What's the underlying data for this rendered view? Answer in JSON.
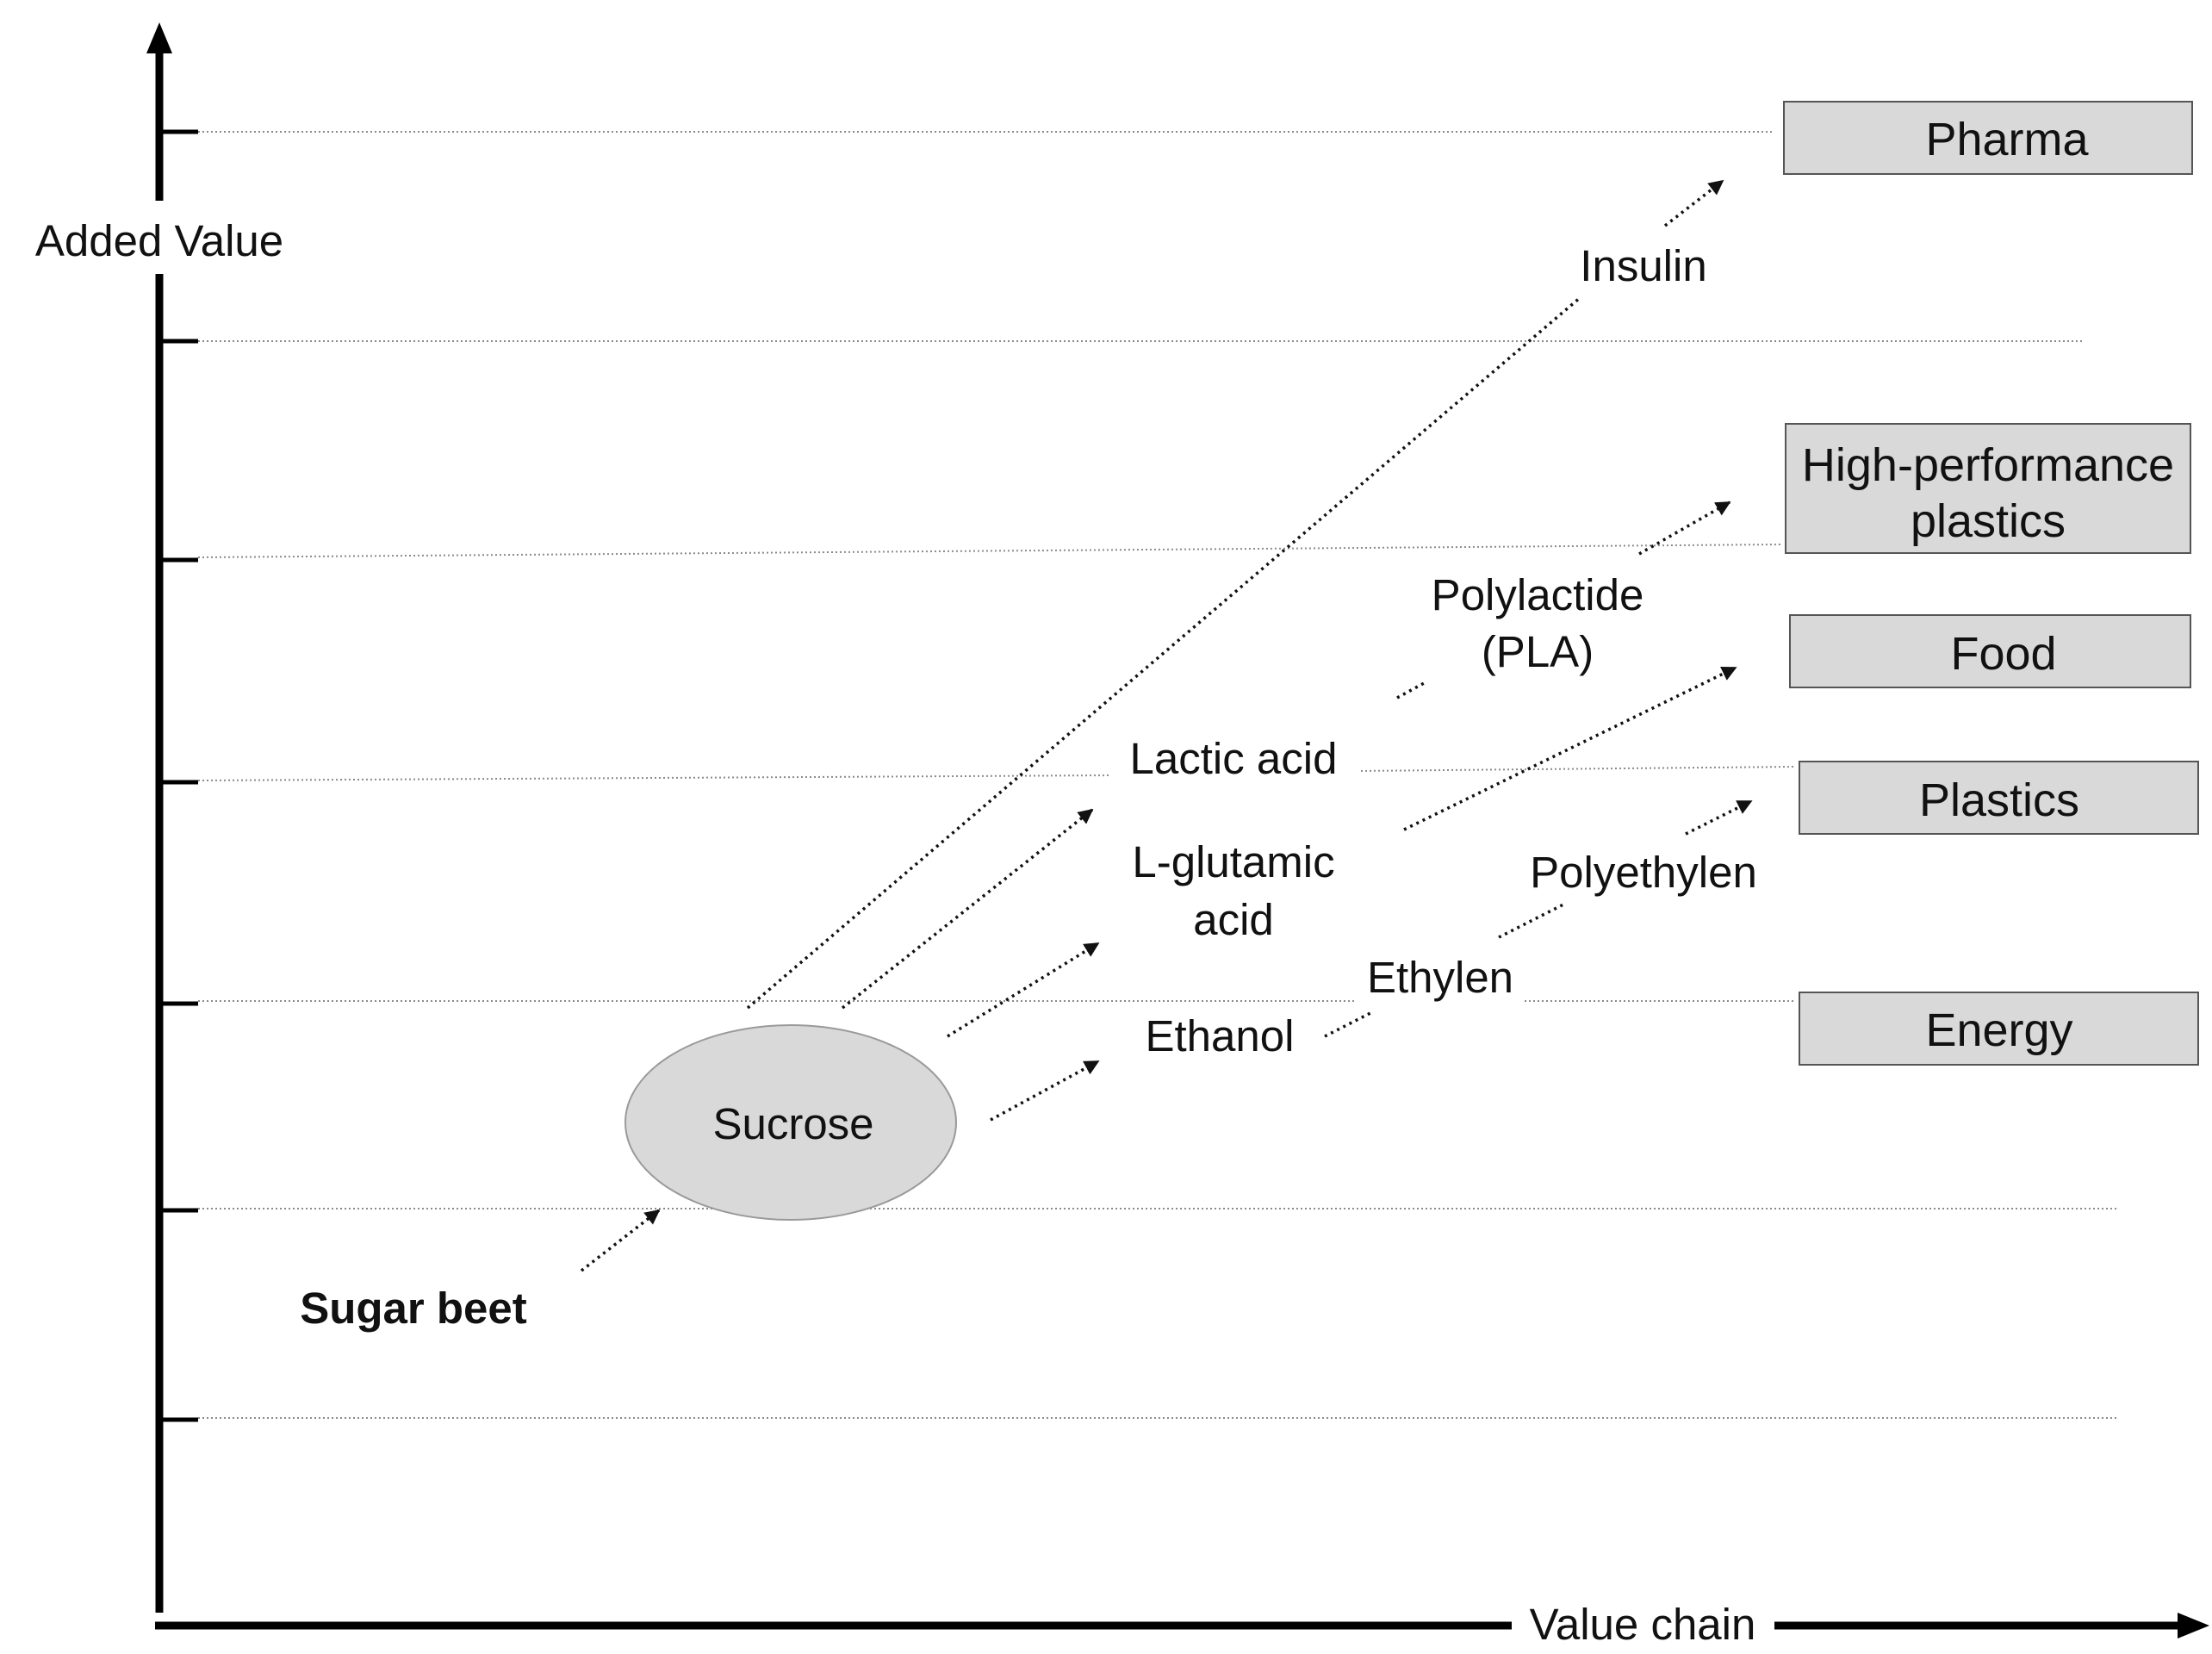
{
  "axes": {
    "y_label": "Added Value",
    "x_label": "Value chain"
  },
  "source": {
    "label": "Sugar beet"
  },
  "hub": {
    "label": "Sucrose"
  },
  "intermediates": {
    "insulin": "Insulin",
    "lactic_acid": "Lactic acid",
    "l_glutamic_line1": "L-glutamic",
    "l_glutamic_line2": "acid",
    "ethanol": "Ethanol",
    "ethylen": "Ethylen",
    "polyethylen": "Polyethylen",
    "pla_line1": "Polylactide",
    "pla_line2": "(PLA)"
  },
  "end_products": {
    "pharma": "Pharma",
    "hpp_line1": "High-performance",
    "hpp_line2": "plastics",
    "food": "Food",
    "plastics": "Plastics",
    "energy": "Energy"
  },
  "colors": {
    "box_fill": "#d9d9d9",
    "ellipse_fill": "#d9d9d9",
    "axis": "#000000",
    "grid": "#888888"
  }
}
